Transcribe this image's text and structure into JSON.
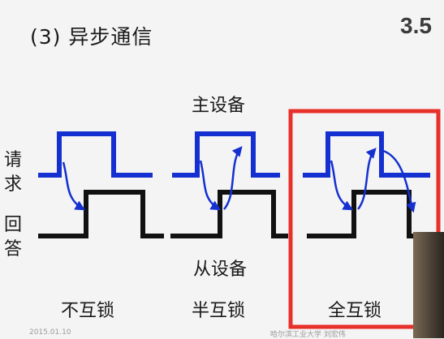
{
  "slide": {
    "title": "(3) 异步通信",
    "section_number": "3.5"
  },
  "labels": {
    "master": "主设备",
    "slave": "从设备",
    "request": [
      "请",
      "求"
    ],
    "response": [
      "回",
      "答"
    ]
  },
  "modes": [
    {
      "name": "不互锁"
    },
    {
      "name": "半互锁"
    },
    {
      "name": "全互锁"
    }
  ],
  "highlight": {
    "target": "全互锁",
    "color": "#e8302a"
  },
  "colors": {
    "request_signal": "#1530d0",
    "response_signal": "#111111"
  },
  "footer": {
    "left": "2015.01.10",
    "right": "哈尔滨工业大学  刘宏伟"
  }
}
